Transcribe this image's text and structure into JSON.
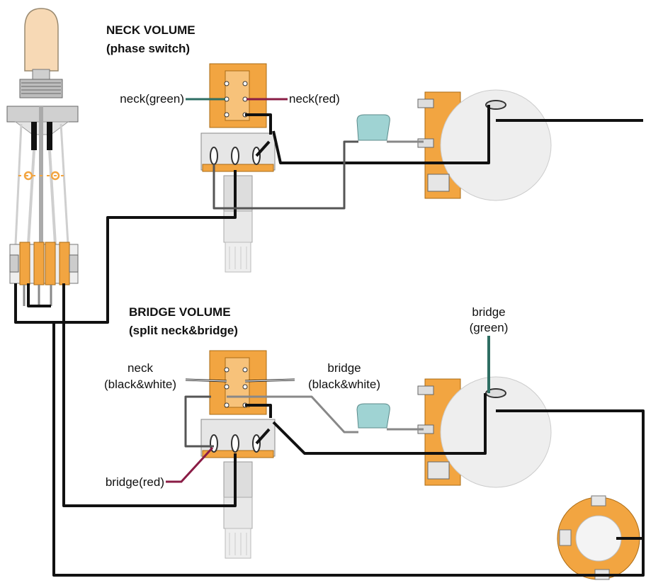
{
  "titles": {
    "neck_volume": "NECK VOLUME",
    "neck_volume_sub": "(phase switch)",
    "bridge_volume": "BRIDGE VOLUME",
    "bridge_volume_sub": "(split neck&bridge)"
  },
  "labels": {
    "neck_green": "neck(green)",
    "neck_red": "neck(red)",
    "bridge_green_1": "bridge",
    "bridge_green_2": "(green)",
    "neck_bw_1": "neck",
    "neck_bw_2": "(black&white)",
    "bridge_bw_1": "bridge",
    "bridge_bw_2": "(black&white)",
    "bridge_red": "bridge(red)"
  },
  "colors": {
    "wire_black": "#111111",
    "wire_gray": "#555555",
    "wire_green": "#2e6e63",
    "wire_red": "#8a1c45",
    "orange": "#f2a541",
    "metal": "#d8d8d8",
    "cap": "#9fd3d3"
  }
}
